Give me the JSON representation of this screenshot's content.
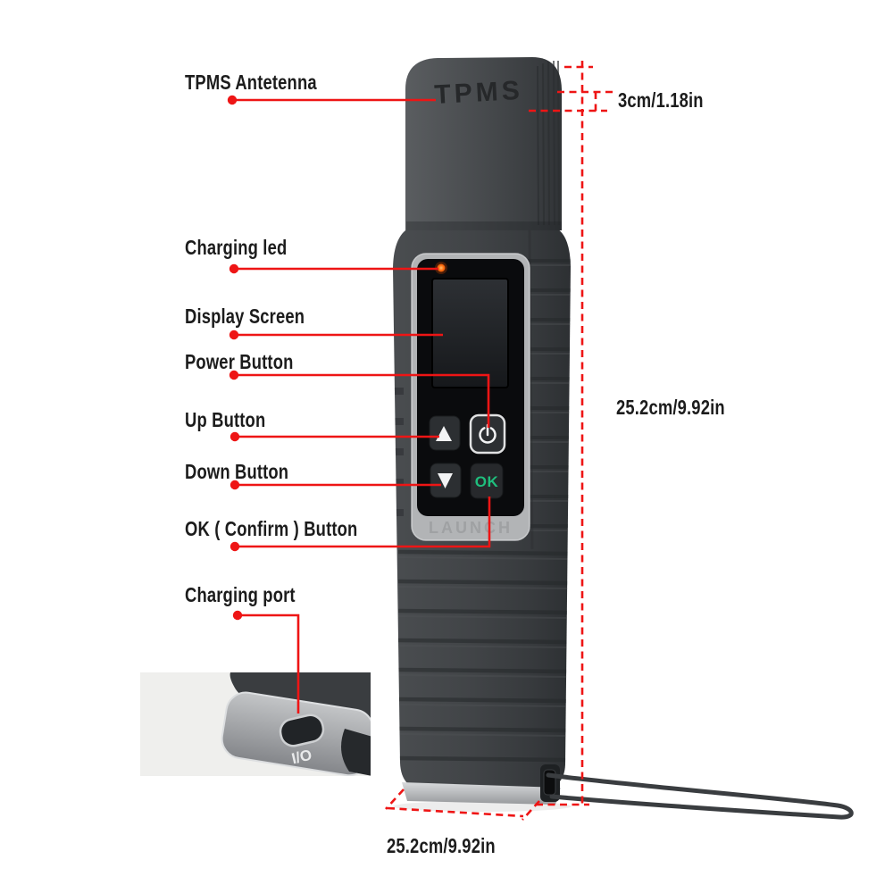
{
  "device": {
    "brand_text": "TPMS",
    "logo_text": "LAUNCH",
    "ok_text": "OK",
    "port_text": "I/O"
  },
  "callouts": {
    "antenna": "TPMS Antetenna",
    "charging_led": "Charging led",
    "display": "Display Screen",
    "power": "Power Button",
    "up": "Up Button",
    "down": "Down Button",
    "ok": "OK ( Confirm ) Button",
    "charging_port": "Charging port"
  },
  "dimensions": {
    "depth": "3cm/1.18in",
    "height": "25.2cm/9.92in",
    "width": "25.2cm/9.92in"
  },
  "colors": {
    "annotation_red": "#ee1515",
    "ok_green": "#1fbe7d",
    "led_orange": "#ff7516",
    "body_dark": "#3e4144",
    "bezel_gray": "#b2b4b6"
  }
}
